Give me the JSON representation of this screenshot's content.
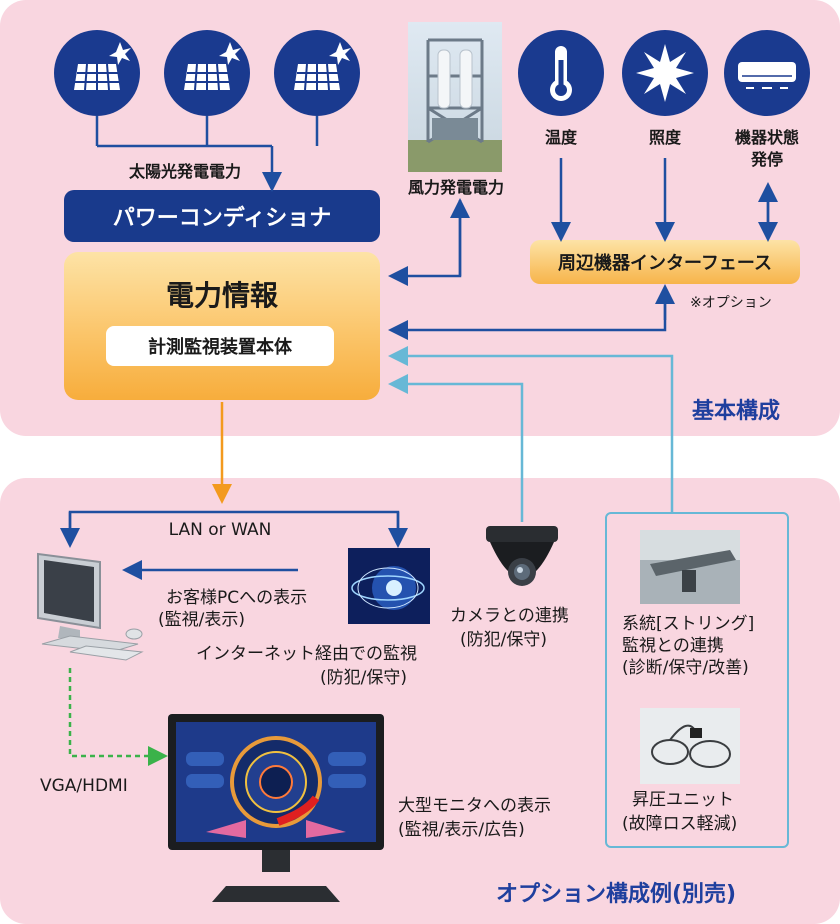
{
  "sections": {
    "basic_label": "基本構成",
    "option_label": "オプション構成例(別売)"
  },
  "solar": {
    "label": "太陽光発電電力"
  },
  "wind": {
    "label": "風力発電電力"
  },
  "sensors": {
    "temperature": "温度",
    "illuminance": "照度",
    "device_state_line1": "機器状態",
    "device_state_line2": "発停"
  },
  "power_conditioner": {
    "label": "パワーコンディショナ"
  },
  "power_info": {
    "title": "電力情報",
    "subtitle": "計測監視装置本体"
  },
  "peripheral": {
    "label": "周辺機器インターフェース",
    "note": "※オプション"
  },
  "network": {
    "label": "LAN or WAN"
  },
  "customer_pc": {
    "line1": "お客様PCへの表示",
    "line2": "(監視/表示)"
  },
  "internet": {
    "line1": "インターネット経由での監視",
    "line2": "(防犯/保守)"
  },
  "camera": {
    "line1": "カメラとの連携",
    "line2": "(防犯/保守)"
  },
  "string_monitor": {
    "line1": "系統[ストリング]",
    "line2": "監視との連携",
    "line3": "(診断/保守/改善)"
  },
  "booster": {
    "line1": "昇圧ユニット",
    "line2": "(故障ロス軽減)"
  },
  "vga": {
    "label": "VGA/HDMI"
  },
  "monitor": {
    "line1": "大型モニタへの表示",
    "line2": "(監視/表示/広告)"
  },
  "colors": {
    "navy": "#1a3a8f",
    "arrow_blue": "#1f4fa0",
    "cyan": "#67b8d6",
    "orange": "#f39a1e",
    "green": "#3bb24a",
    "panel_pink": "#f9d6e0"
  }
}
